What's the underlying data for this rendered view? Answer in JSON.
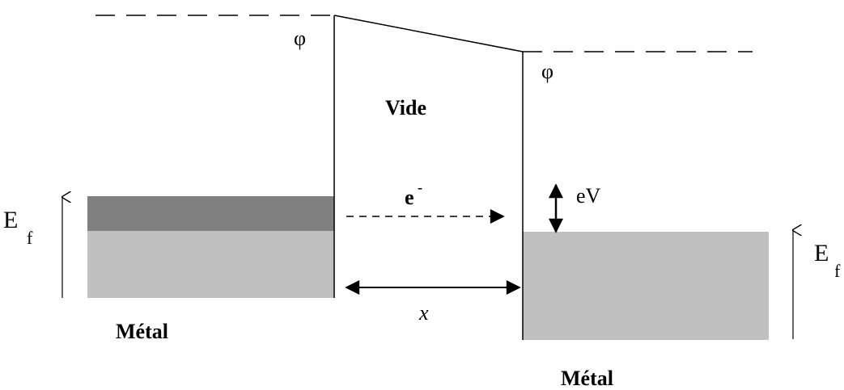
{
  "diagram": {
    "phi_left": "φ",
    "phi_right": "φ",
    "vacuum_label": "Vide",
    "electron_label": "e",
    "electron_charge": "-",
    "ev_label": "eV",
    "fermi_left": {
      "main": "E",
      "sub": "f"
    },
    "fermi_right": {
      "main": "E",
      "sub": "f"
    },
    "distance_label": "x",
    "metal_left_label": "Métal",
    "metal_right_label": "Métal"
  },
  "colors": {
    "band_dark": "#808080",
    "band_light": "#c0c0c0",
    "line": "#000000",
    "background": "#ffffff"
  }
}
